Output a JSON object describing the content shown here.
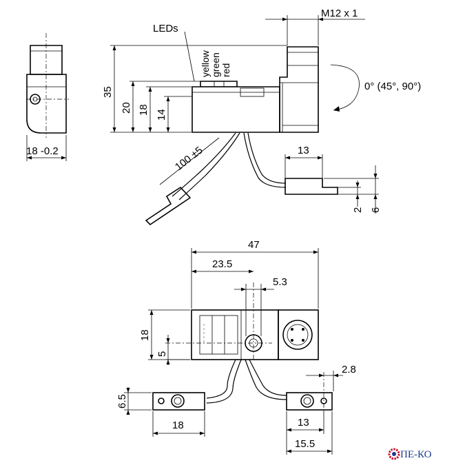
{
  "labels": {
    "leds": "LEDs",
    "yellow": "yellow",
    "green": "green",
    "red": "red",
    "thread": "M12 x 1",
    "rotation": "0° (45°, 90°)",
    "width_side": "18 -0.2",
    "height_35": "35",
    "height_20": "20",
    "height_18_side": "18",
    "height_14": "14",
    "cable_length": "100 ±5",
    "width_13_top": "13",
    "dim_2": "2",
    "dim_6": "6",
    "width_47": "47",
    "width_23_5": "23.5",
    "width_5_3": "5.3",
    "height_18_top": "18",
    "dim_5": "5",
    "dim_2_8": "2.8",
    "dim_6_5": "6.5",
    "width_18_bottom": "18",
    "width_13_bottom": "13",
    "width_15_5": "15.5"
  },
  "logo": {
    "text": "ПЕ-КО"
  },
  "colors": {
    "ink": "#000000",
    "logo": "#1a3c8c",
    "gear": "#c8102e"
  }
}
